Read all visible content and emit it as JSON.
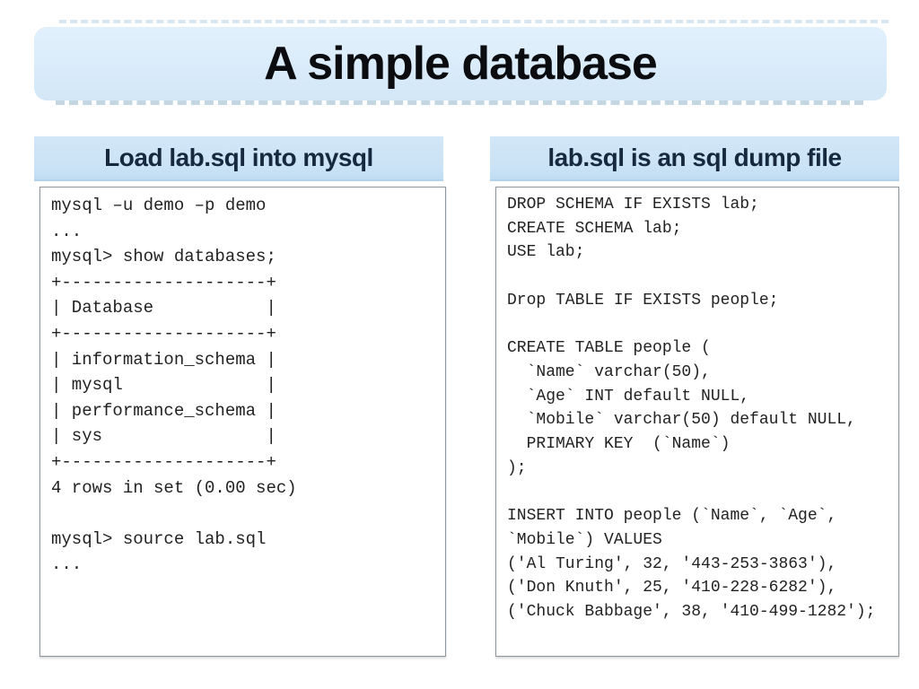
{
  "slide": {
    "title": "A simple database"
  },
  "left_panel": {
    "heading": "Load lab.sql into mysql",
    "code": "mysql –u demo –p demo\n...\nmysql> show databases;\n+--------------------+\n| Database           |\n+--------------------+\n| information_schema |\n| mysql              |\n| performance_schema |\n| sys                |\n+--------------------+\n4 rows in set (0.00 sec)\n\nmysql> source lab.sql\n..."
  },
  "right_panel": {
    "heading": "lab.sql is an sql dump file",
    "code": "DROP SCHEMA IF EXISTS lab;\nCREATE SCHEMA lab;\nUSE lab;\n\nDrop TABLE IF EXISTS people;\n\nCREATE TABLE people (\n  `Name` varchar(50),\n  `Age` INT default NULL,\n  `Mobile` varchar(50) default NULL,\n  PRIMARY KEY  (`Name`)\n);\n\nINSERT INTO people (`Name`, `Age`,\n`Mobile`) VALUES\n('Al Turing', 32, '443-253-3863'),\n('Don Knuth', 25, '410-228-6282'),\n('Chuck Babbage', 38, '410-499-1282');"
  },
  "colors": {
    "title_box_fill": "#d9ebfa",
    "heading_box_fill": "#cbe3f6",
    "heading_text": "#16293f",
    "title_text": "#0b0c10",
    "code_border": "#8f969b",
    "code_text": "#222222"
  }
}
